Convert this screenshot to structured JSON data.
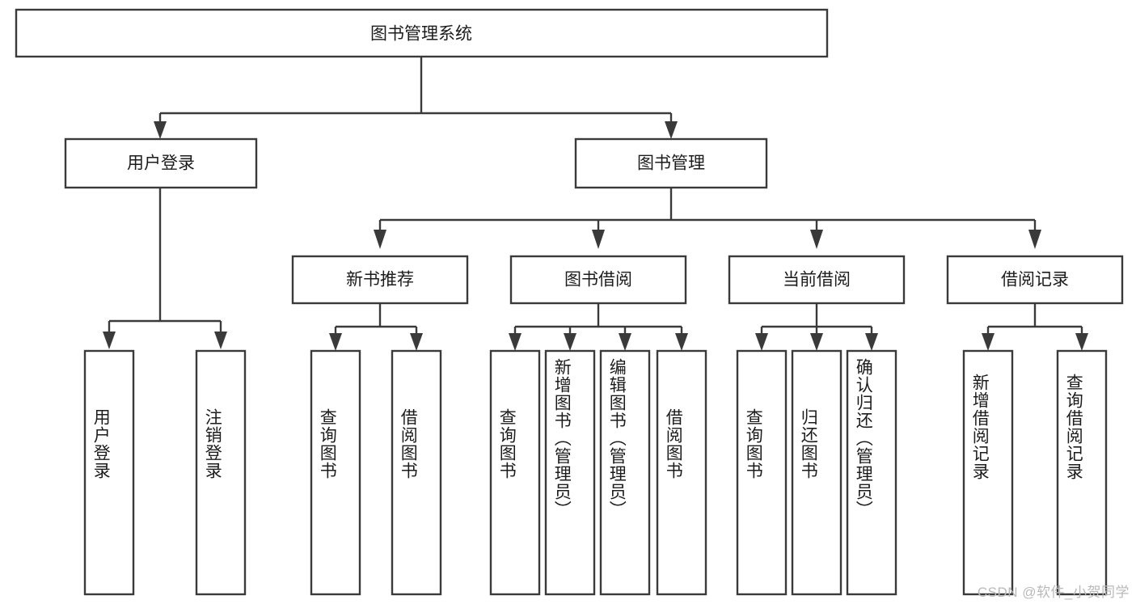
{
  "diagram": {
    "type": "tree",
    "title": "图书管理系统",
    "watermark": "CSDN @软件_小贺同学",
    "accent_color": "#3a3a3a",
    "text_color": "#1c1c1c",
    "background_color": "#ffffff",
    "levels": {
      "root": "图书管理系统",
      "level2": [
        "用户登录",
        "图书管理"
      ],
      "level3": [
        "新书推荐",
        "图书借阅",
        "当前借阅",
        "借阅记录"
      ],
      "leaves": [
        "用户登录",
        "注销登录",
        "查询图书",
        "借阅图书",
        "查询图书",
        "新增图书（管理员）",
        "编辑图书（管理员）",
        "借阅图书",
        "查询图书",
        "归还图书",
        "确认归还（管理员）",
        "新增借阅记录",
        "查询借阅记录"
      ]
    },
    "nodes": {
      "root": {
        "label": "图书管理系统"
      },
      "user_login": {
        "label": "用户登录"
      },
      "book_manage": {
        "label": "图书管理"
      },
      "new_book_rec": {
        "label": "新书推荐"
      },
      "book_borrow": {
        "label": "图书借阅"
      },
      "current_borrow": {
        "label": "当前借阅"
      },
      "borrow_record": {
        "label": "借阅记录"
      }
    },
    "leaves": {
      "user_login_leaf": {
        "label": "用户登录",
        "parent": "用户登录"
      },
      "logout_leaf": {
        "label": "注销登录",
        "parent": "用户登录"
      },
      "rec_query_book": {
        "label": "查询图书",
        "parent": "新书推荐"
      },
      "rec_borrow_book": {
        "label": "借阅图书",
        "parent": "新书推荐"
      },
      "borrow_query_book": {
        "label": "查询图书",
        "parent": "图书借阅"
      },
      "borrow_add_book": {
        "label": "新增图书（管理员）",
        "parent": "图书借阅"
      },
      "borrow_edit_book": {
        "label": "编辑图书（管理员）",
        "parent": "图书借阅"
      },
      "borrow_borrow_book": {
        "label": "借阅图书",
        "parent": "图书借阅"
      },
      "cur_query_book": {
        "label": "查询图书",
        "parent": "当前借阅"
      },
      "cur_return_book": {
        "label": "归还图书",
        "parent": "当前借阅"
      },
      "cur_confirm_return": {
        "label": "确认归还（管理员）",
        "parent": "当前借阅"
      },
      "rec_add_record": {
        "label": "新增借阅记录",
        "parent": "借阅记录"
      },
      "rec_query_record": {
        "label": "查询借阅记录",
        "parent": "借阅记录"
      }
    }
  }
}
